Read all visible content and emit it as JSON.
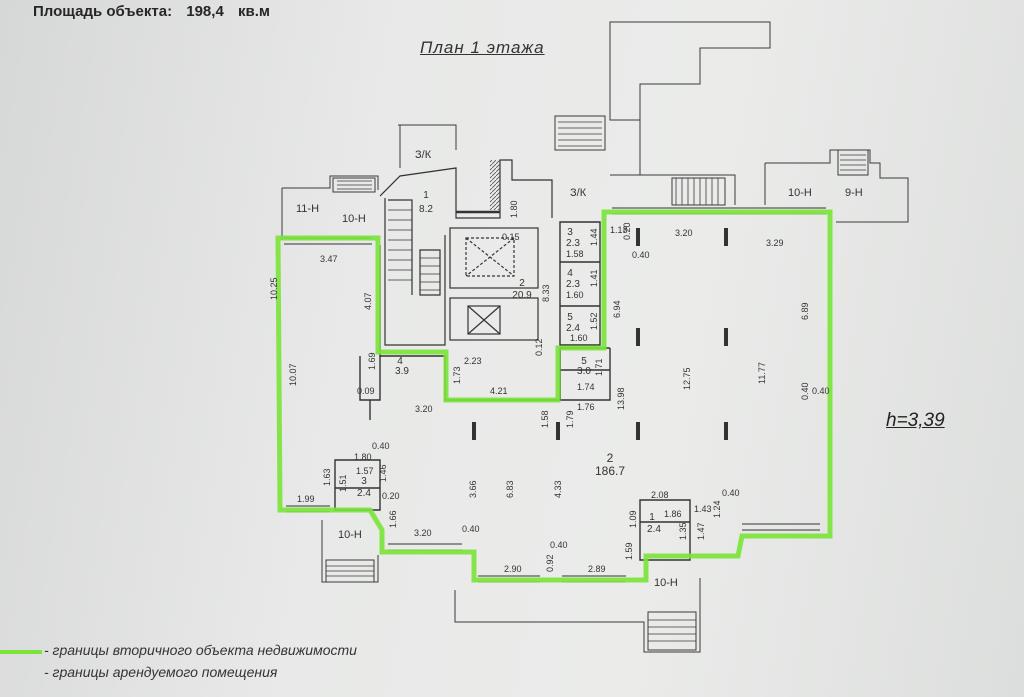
{
  "header": {
    "area_label": "Площадь объекта:",
    "area_value": "198,4",
    "area_unit": "кв.м"
  },
  "plan_title": "План  1  этажа",
  "ceiling_height": "h=3,39",
  "legend": [
    {
      "text": "- границы вторичного объекта  недвижимости",
      "color": "#7be33a"
    },
    {
      "text": "- границы арендуемого помещения",
      "color": "#333333"
    }
  ],
  "colors": {
    "boundary": "#7be33a",
    "line": "#2e2e2e"
  },
  "rooms": [
    {
      "number": "1",
      "area": "8.2"
    },
    {
      "number": "2",
      "area": "20.9"
    },
    {
      "number": "3",
      "area": "2.3"
    },
    {
      "number": "4",
      "area": "2.3"
    },
    {
      "number": "5",
      "area": "2.4"
    },
    {
      "number": "4",
      "area": "3.9"
    },
    {
      "number": "5",
      "area": "3.0"
    },
    {
      "number": "2",
      "area": "186.7"
    },
    {
      "number": "3",
      "area": "2.4"
    },
    {
      "number": "1",
      "area": "2.4"
    }
  ],
  "adjacent_labels": [
    "З/К",
    "З/К",
    "11-Н",
    "10-Н",
    "10-Н",
    "9-Н",
    "10-Н",
    "10-Н"
  ],
  "dimensions": [
    "3.47",
    "10.25",
    "10.07",
    "4.07",
    "1.80",
    "0.15",
    "8.33",
    "0.12",
    "2.23",
    "1.73",
    "4.21",
    "1.69",
    "0.09",
    "3.20",
    "0.40",
    "1.58",
    "1.79",
    "1.76",
    "1.13",
    "0.20",
    "3.20",
    "0.40",
    "3.29",
    "1.58",
    "1.44",
    "1.60",
    "1.41",
    "1.52",
    "6.94",
    "1.60",
    "1.71",
    "1.74",
    "13.98",
    "12.75",
    "11.77",
    "6.89",
    "0.40",
    "0.40",
    "1.80",
    "1.57",
    "1.46",
    "1.63",
    "1.51",
    "0.20",
    "1.99",
    "1.66",
    "3.20",
    "0.40",
    "3.66",
    "6.83",
    "4.33",
    "2.08",
    "1.86",
    "1.43",
    "1.24",
    "0.40",
    "1.09",
    "1.35",
    "1.47",
    "1.59",
    "0.40",
    "2.90",
    "0.92",
    "2.89"
  ]
}
